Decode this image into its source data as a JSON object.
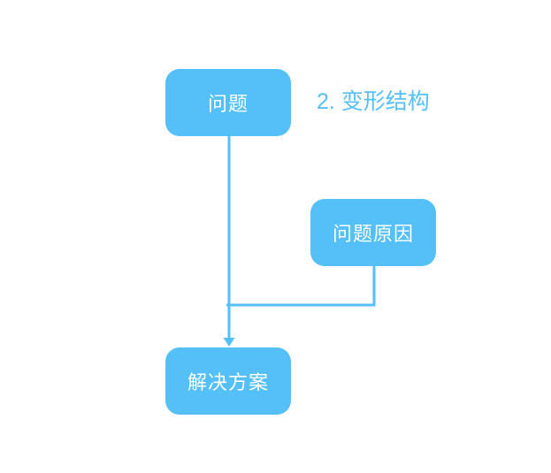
{
  "annotation": {
    "text": "2. 变形结构",
    "color": "#57BFF8"
  },
  "nodes": [
    {
      "id": "problem",
      "label": "问题"
    },
    {
      "id": "cause",
      "label": "问题原因"
    },
    {
      "id": "solution",
      "label": "解决方案"
    }
  ],
  "connectors": [
    {
      "from": "problem",
      "to": "solution",
      "style": "straight-arrow"
    },
    {
      "from": "cause",
      "to": "problem-solution-line",
      "style": "elbow"
    }
  ],
  "colors": {
    "background": "#FFFFFF",
    "node_fill": "#55BFF8",
    "node_text": "#FFFFFF",
    "connector": "#55BFF8"
  }
}
